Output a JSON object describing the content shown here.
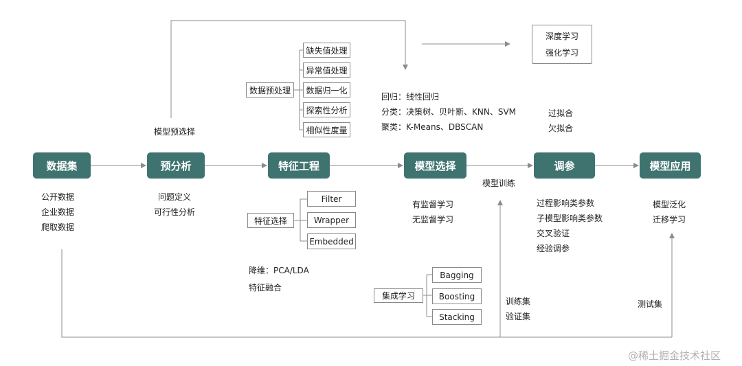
{
  "stages": [
    "数据集",
    "预分析",
    "特征工程",
    "模型选择",
    "调参",
    "模型应用"
  ],
  "dataset_items": [
    "公开数据",
    "企业数据",
    "爬取数据"
  ],
  "preanalysis_items": [
    "问题定义",
    "可行性分析"
  ],
  "model_preselect_label": "模型预选择",
  "preprocess": {
    "label": "数据预处理",
    "items": [
      "缺失值处理",
      "异常值处理",
      "数据归一化",
      "探索性分析",
      "相似性度量"
    ]
  },
  "feature_select": {
    "label": "特征选择",
    "items": [
      "Filter",
      "Wrapper",
      "Embedded"
    ]
  },
  "feature_extra": [
    "降维：PCA/LDA",
    "特征融合"
  ],
  "ensemble": {
    "label": "集成学习",
    "items": [
      "Bagging",
      "Boosting",
      "Stacking"
    ]
  },
  "model_list": [
    "回归：线性回归",
    "分类：决策树、贝叶斯、KNN、SVM",
    "聚类：K-Means、DBSCAN"
  ],
  "fit_list": [
    "过拟合",
    "欠拟合"
  ],
  "deep_box": [
    "深度学习",
    "强化学习"
  ],
  "learning_types": [
    "有监督学习",
    "无监督学习"
  ],
  "model_training_label": "模型训练",
  "tuning_items": [
    "过程影响类参数",
    "子模型影响类参数",
    "交叉验证",
    "经验调参"
  ],
  "application_items": [
    "模型泛化",
    "迁移学习"
  ],
  "train_sets": [
    "训练集",
    "验证集"
  ],
  "test_set": "测试集",
  "watermark": "@稀土掘金技术社区"
}
